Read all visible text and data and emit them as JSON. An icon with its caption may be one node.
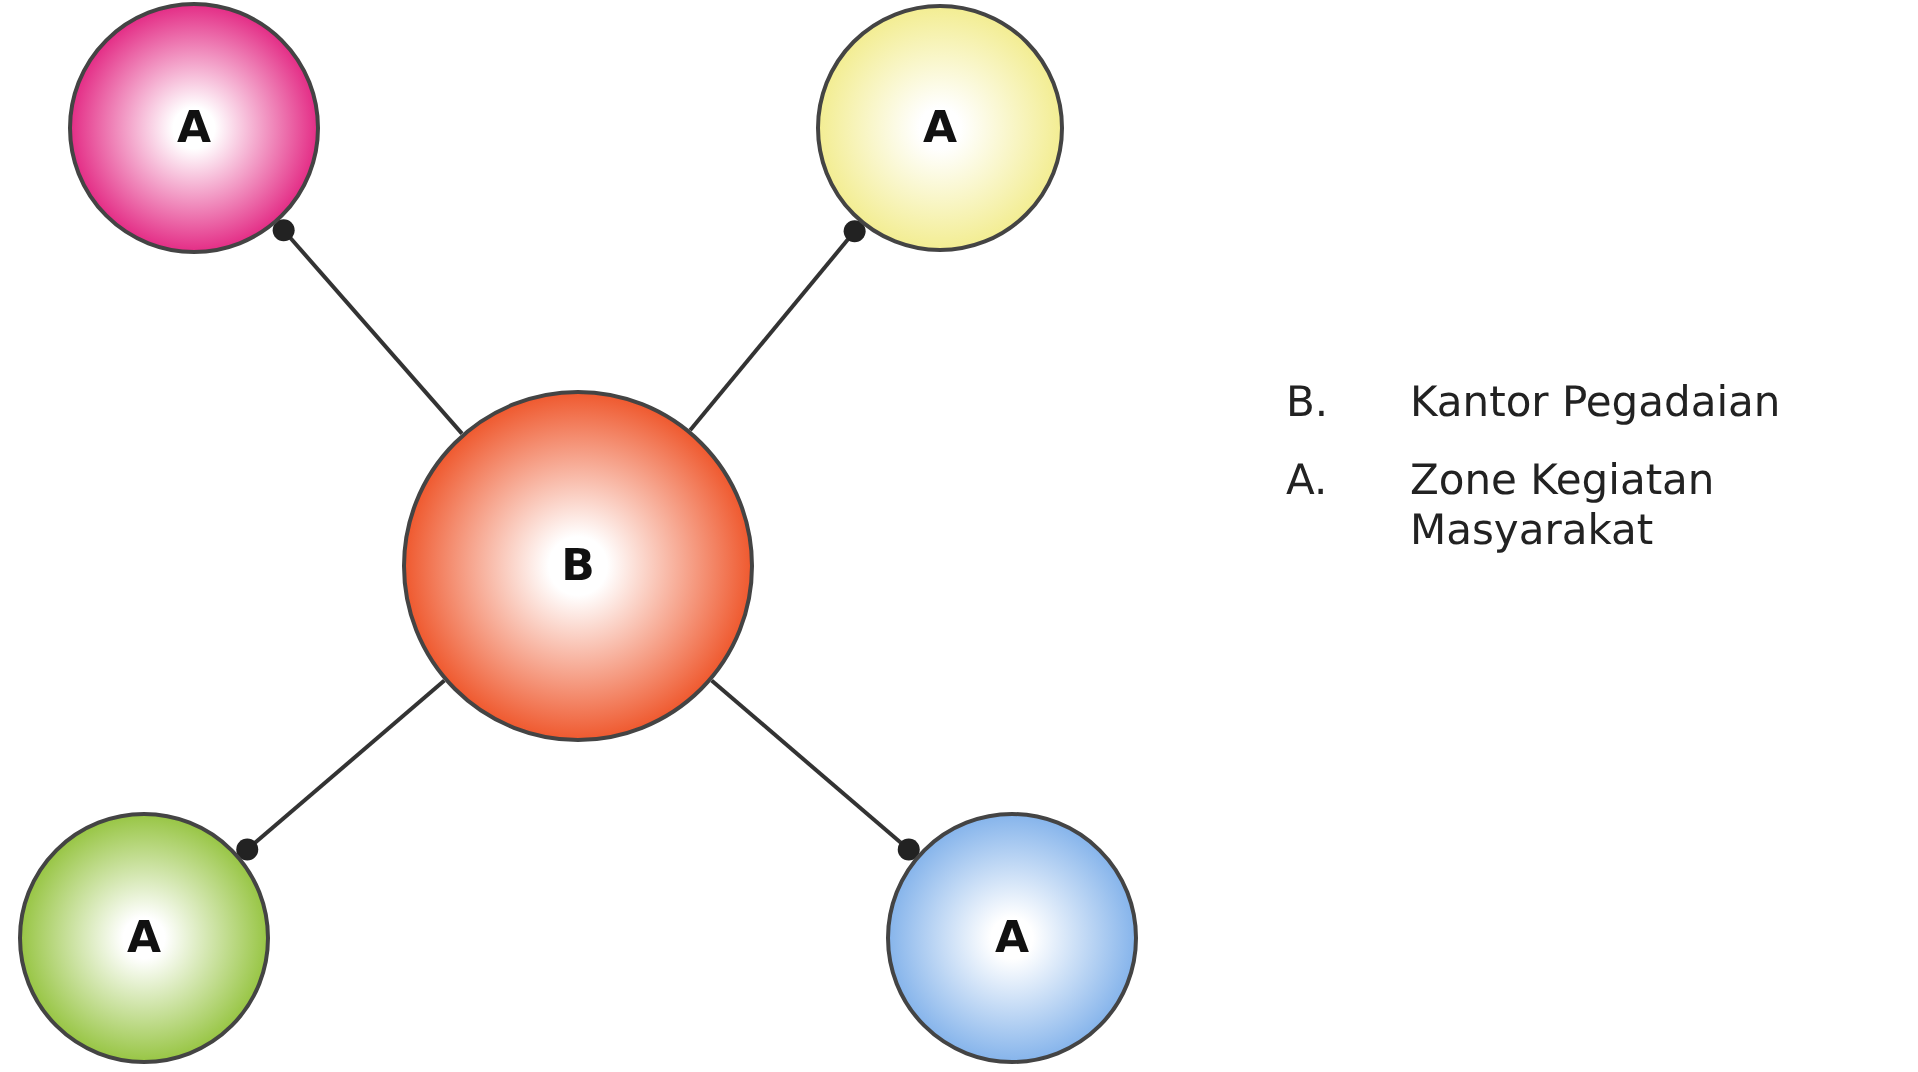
{
  "diagram": {
    "nodes": [
      {
        "text": [
          "A"
        ]
      },
      {
        "text": [
          "A"
        ]
      },
      {
        "text": [
          "B"
        ]
      },
      {
        "text": [
          "A"
        ]
      },
      {
        "text": [
          "A"
        ]
      }
    ],
    "edges": [
      {
        "from": 2,
        "to": 0,
        "arrow": "other"
      },
      {
        "from": 2,
        "to": 1,
        "arrow": "other"
      },
      {
        "from": 2,
        "to": 3,
        "arrow": "other"
      },
      {
        "from": 2,
        "to": 4,
        "arrow": "other"
      }
    ],
    "labels": [
      "B.",
      "Kantor Pegadaian",
      "A.",
      "Zone Kegiatan Masyarakat"
    ]
  }
}
